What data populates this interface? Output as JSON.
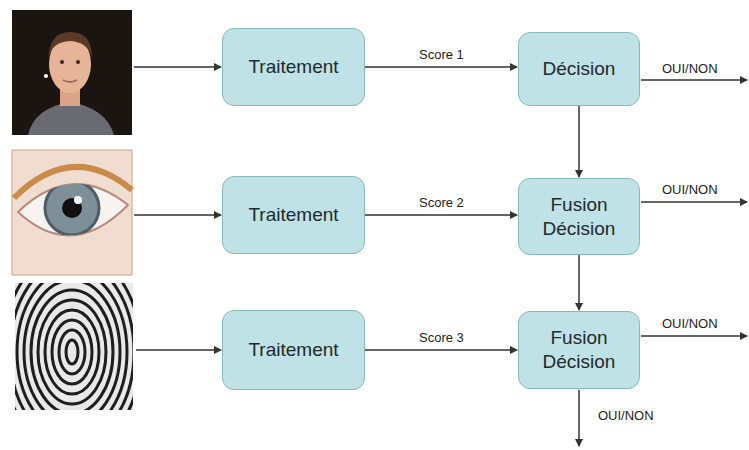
{
  "diagram": {
    "nodes": [
      {
        "text": [
          "Traitement"
        ]
      },
      {
        "text": [
          "Décision"
        ]
      },
      {
        "text": [
          "Traitement"
        ]
      },
      {
        "text": [
          "Fusion Décision"
        ]
      },
      {
        "text": [
          "Traitement"
        ]
      },
      {
        "text": [
          "Fusion Décision"
        ]
      }
    ],
    "edges": [
      {
        "from": 0,
        "to": 1,
        "label": "Score 1",
        "arrow": "to"
      },
      {
        "from": 1,
        "to": 3,
        "arrow": "to"
      },
      {
        "from": 2,
        "to": 3,
        "label": "Score 2",
        "arrow": "to"
      },
      {
        "from": 3,
        "to": 5,
        "arrow": "to"
      },
      {
        "from": 4,
        "to": 5,
        "label": "Score 3",
        "arrow": "to"
      }
    ],
    "labels": [
      "OUI/NON",
      "OUI/NON",
      "OUI/NON",
      "OUI/NON"
    ]
  }
}
